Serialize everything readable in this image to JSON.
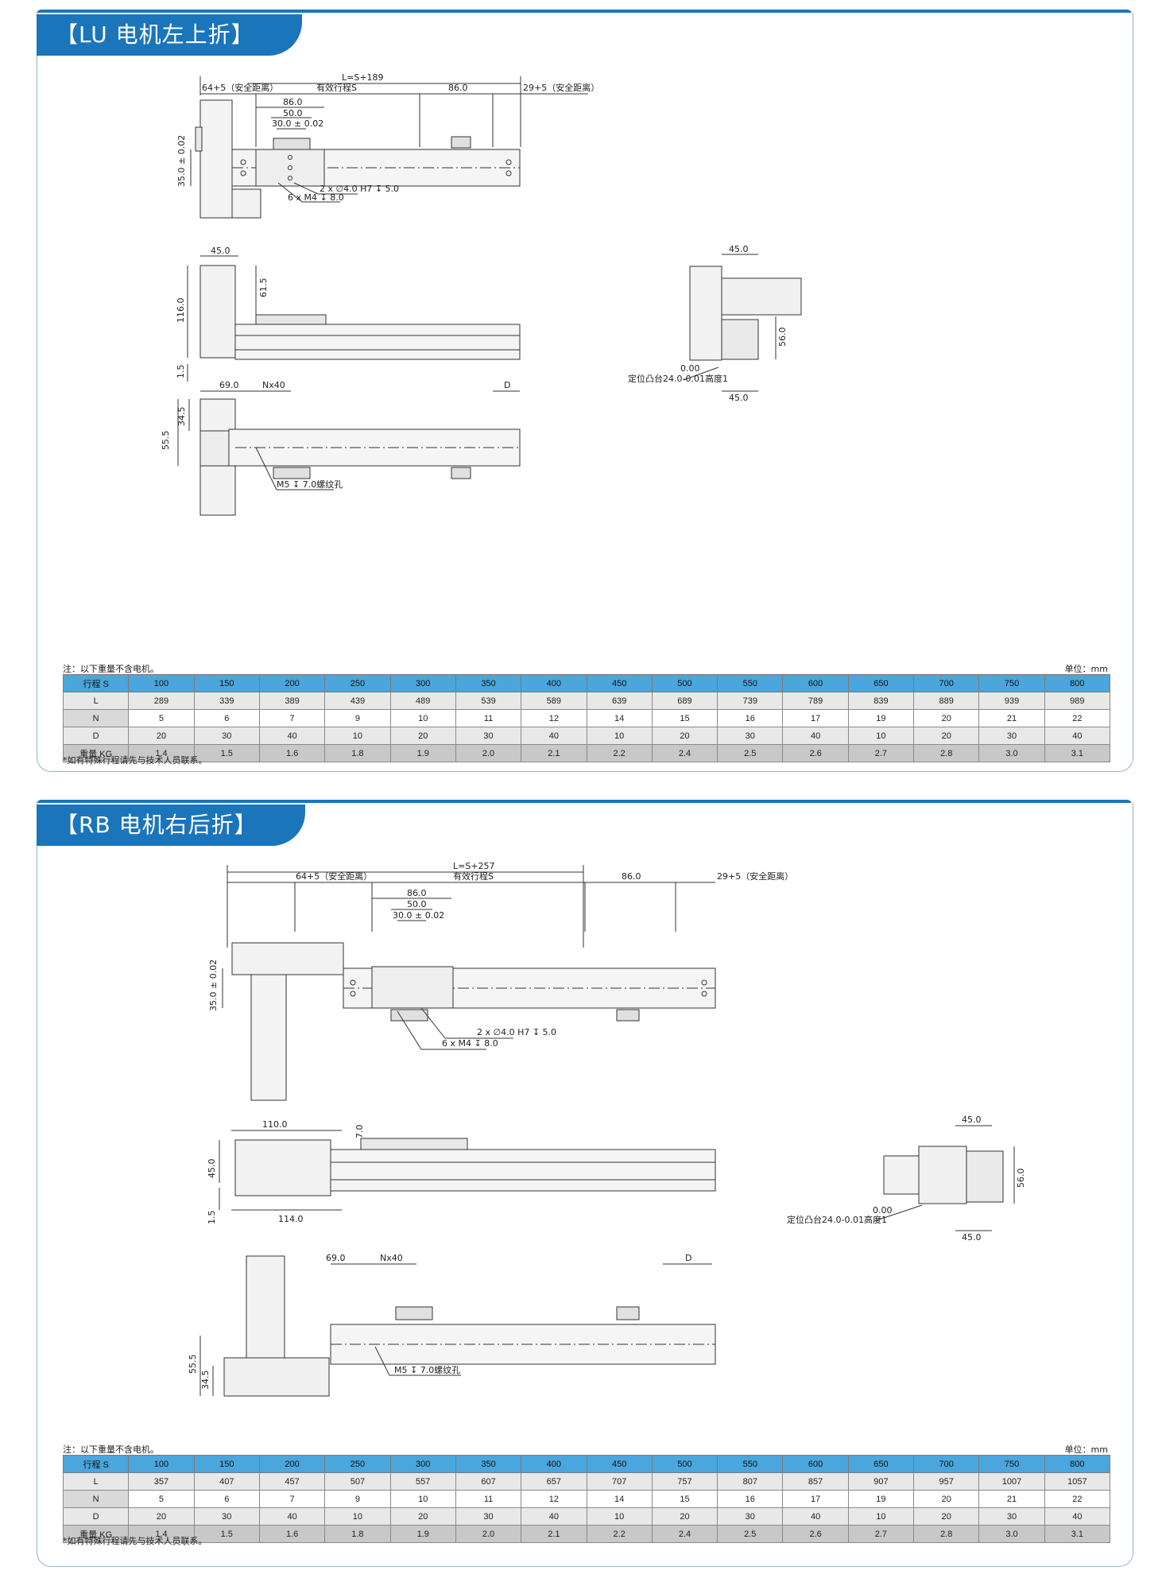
{
  "sections": [
    {
      "title": "【LU 电机左上折】",
      "dims": {
        "overall": "L=S+189",
        "safe_left": "64+5（安全距离）",
        "stroke": "有效行程S",
        "d86": "86.0",
        "safe_right": "29+5（安全距离）",
        "d86b": "86.0",
        "d50": "50.0",
        "d30": "30.0 ± 0.02",
        "d35": "35.0 ± 0.02",
        "pin": "2 x ∅4.0 H7 ↧ 5.0",
        "screw": "6 x  M4 ↧ 8.0",
        "side_w": "45.0",
        "side_h": "116.0",
        "side_h2": "61.5",
        "side_b": "1.5",
        "end_w": "45.0",
        "end_h": "56.0",
        "end_b": "45.0",
        "boss": "定位凸台24.0-0.01高度1",
        "boss_tol": "0.00",
        "bot_69": "69.0",
        "bot_nx": "Nx40",
        "bot_d": "D",
        "bot_555": "55.5",
        "bot_345": "34.5",
        "thread": "M5 ↧ 7.0螺纹孔"
      },
      "note": "注：以下重量不含电机。",
      "unit": "单位：mm",
      "table": {
        "header_label": "行程 S",
        "strokes": [
          "100",
          "150",
          "200",
          "250",
          "300",
          "350",
          "400",
          "450",
          "500",
          "550",
          "600",
          "650",
          "700",
          "750",
          "800"
        ],
        "rows": [
          {
            "label": "L",
            "values": [
              "289",
              "339",
              "389",
              "439",
              "489",
              "539",
              "589",
              "639",
              "689",
              "739",
              "789",
              "839",
              "889",
              "939",
              "989"
            ]
          },
          {
            "label": "N",
            "values": [
              "5",
              "6",
              "7",
              "9",
              "10",
              "11",
              "12",
              "14",
              "15",
              "16",
              "17",
              "19",
              "20",
              "21",
              "22"
            ]
          },
          {
            "label": "D",
            "values": [
              "20",
              "30",
              "40",
              "10",
              "20",
              "30",
              "40",
              "10",
              "20",
              "30",
              "40",
              "10",
              "20",
              "30",
              "40"
            ]
          },
          {
            "label": "重量 KG",
            "values": [
              "1.4",
              "1.5",
              "1.6",
              "1.8",
              "1.9",
              "2.0",
              "2.1",
              "2.2",
              "2.4",
              "2.5",
              "2.6",
              "2.7",
              "2.8",
              "3.0",
              "3.1"
            ]
          }
        ]
      },
      "footnote": "*如有特殊行程请先与技术人员联系。"
    },
    {
      "title": "【RB 电机右后折】",
      "dims": {
        "overall": "L=S+257",
        "safe_left": "64+5（安全距离）",
        "stroke": "有效行程S",
        "d86": "86.0",
        "safe_right": "29+5（安全距离）",
        "d86b": "86.0",
        "d50": "50.0",
        "d30": "30.0 ± 0.02",
        "d35": "35.0 ± 0.02",
        "pin": "2 x ∅4.0 H7 ↧ 5.0",
        "screw": "6 x  M4 ↧ 8.0",
        "side_w": "110.0",
        "side_w2": "114.0",
        "side_h": "45.0",
        "side_h2": "7.0",
        "side_b": "1.5",
        "end_w": "45.0",
        "end_h": "56.0",
        "end_b": "45.0",
        "boss": "定位凸台24.0-0.01高度1",
        "boss_tol": "0.00",
        "bot_69": "69.0",
        "bot_nx": "Nx40",
        "bot_d": "D",
        "bot_555": "55.5",
        "bot_345": "34.5",
        "thread": "M5 ↧ 7.0螺纹孔"
      },
      "note": "注：以下重量不含电机。",
      "unit": "单位：mm",
      "table": {
        "header_label": "行程 S",
        "strokes": [
          "100",
          "150",
          "200",
          "250",
          "300",
          "350",
          "400",
          "450",
          "500",
          "550",
          "600",
          "650",
          "700",
          "750",
          "800"
        ],
        "rows": [
          {
            "label": "L",
            "values": [
              "357",
              "407",
              "457",
              "507",
              "557",
              "607",
              "657",
              "707",
              "757",
              "807",
              "857",
              "907",
              "957",
              "1007",
              "1057"
            ]
          },
          {
            "label": "N",
            "values": [
              "5",
              "6",
              "7",
              "9",
              "10",
              "11",
              "12",
              "14",
              "15",
              "16",
              "17",
              "19",
              "20",
              "21",
              "22"
            ]
          },
          {
            "label": "D",
            "values": [
              "20",
              "30",
              "40",
              "10",
              "20",
              "30",
              "40",
              "10",
              "20",
              "30",
              "40",
              "10",
              "20",
              "30",
              "40"
            ]
          },
          {
            "label": "重量 KG",
            "values": [
              "1.4",
              "1.5",
              "1.6",
              "1.8",
              "1.9",
              "2.0",
              "2.1",
              "2.2",
              "2.4",
              "2.5",
              "2.6",
              "2.7",
              "2.8",
              "3.0",
              "3.1"
            ]
          }
        ]
      },
      "footnote": "*如有特殊行程请先与技术人员联系。"
    }
  ]
}
